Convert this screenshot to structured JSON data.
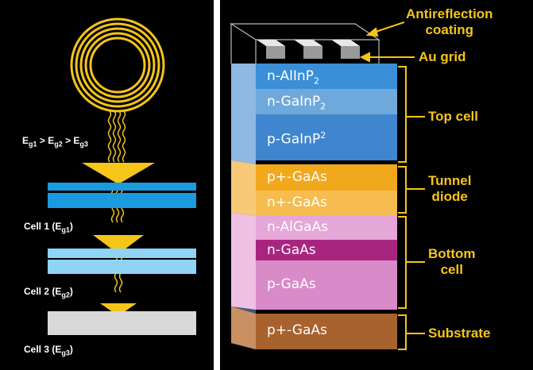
{
  "left_panel": {
    "energy_relation": [
      "E",
      "g1",
      " > E",
      "g2",
      " > E",
      "g3"
    ],
    "cells": [
      {
        "prefix": "Cell 1 (E",
        "sub": "g1",
        "suffix": ")",
        "color": "#1a9be0"
      },
      {
        "prefix": "Cell 2 (E",
        "sub": "g2",
        "suffix": ")",
        "color": "#8fd3f5"
      },
      {
        "prefix": "Cell 3 (E",
        "sub": "g3",
        "suffix": ")",
        "color": "#d9d9d9"
      }
    ]
  },
  "right_panel": {
    "layers": [
      {
        "label": "n-AlInP",
        "sub": "2",
        "color": "#3a8fd6"
      },
      {
        "label": "n-GaInP",
        "sub": "2",
        "color": "#6fa9dc"
      },
      {
        "label": "p-GaInP",
        "sup": "2",
        "color": "#3f86cf"
      },
      {
        "label": "p+-GaAs",
        "color": "#f2a81d"
      },
      {
        "label": "n+-GaAs",
        "color": "#f6bc4f"
      },
      {
        "label": "n-AlGaAs",
        "color": "#e5a6d8"
      },
      {
        "label": "n-GaAs",
        "color": "#a8257f"
      },
      {
        "label": "p-GaAs",
        "color": "#d98ac8"
      },
      {
        "label": "p+-GaAs",
        "color": "#a8622d"
      }
    ],
    "annotations": {
      "antireflection": [
        "Antireflection",
        "coating"
      ],
      "au_grid": "Au grid",
      "top_cell": "Top cell",
      "tunnel_diode": [
        "Tunnel",
        "diode"
      ],
      "bottom_cell": [
        "Bottom",
        "cell"
      ],
      "substrate": "Substrate"
    },
    "accent_color": "#f5c518"
  }
}
